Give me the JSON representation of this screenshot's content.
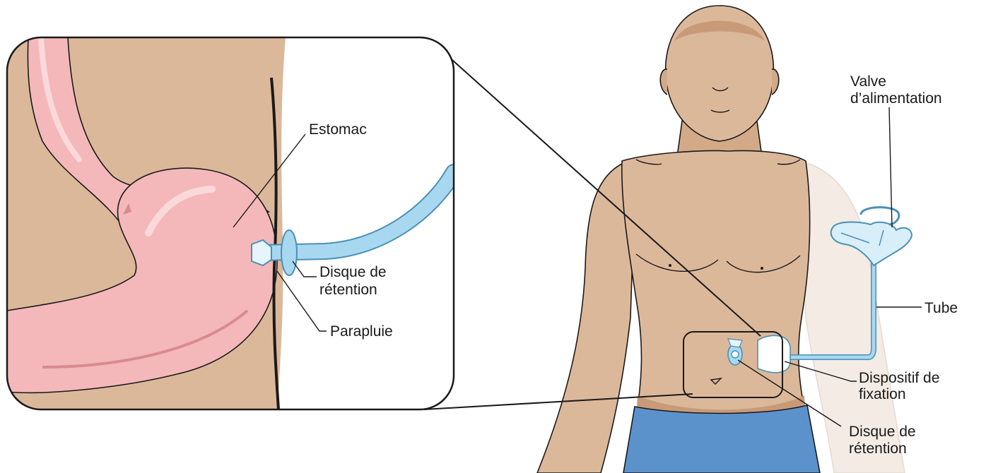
{
  "labels": {
    "stomach": "Estomac",
    "retention_disc_inset_line1": "Disque de",
    "retention_disc_inset_line2": "rétention",
    "umbrella": "Parapluie",
    "feeding_valve_line1": "Valve",
    "feeding_valve_line2": "d’alimentation",
    "tube": "Tube",
    "fixation_device_line1": "Dispositif de",
    "fixation_device_line2": "fixation",
    "retention_disc_body_line1": "Disque de",
    "retention_disc_body_line2": "rétention"
  },
  "colors": {
    "skin": "#dcb89a",
    "skin_shadow": "#c99a78",
    "stomach": "#f4b8ba",
    "stomach_dark": "#d98a90",
    "tube": "#a8d8f0",
    "tube_outline": "#4a90b8",
    "pants": "#5b92cc",
    "outline": "#1a1a1a"
  }
}
